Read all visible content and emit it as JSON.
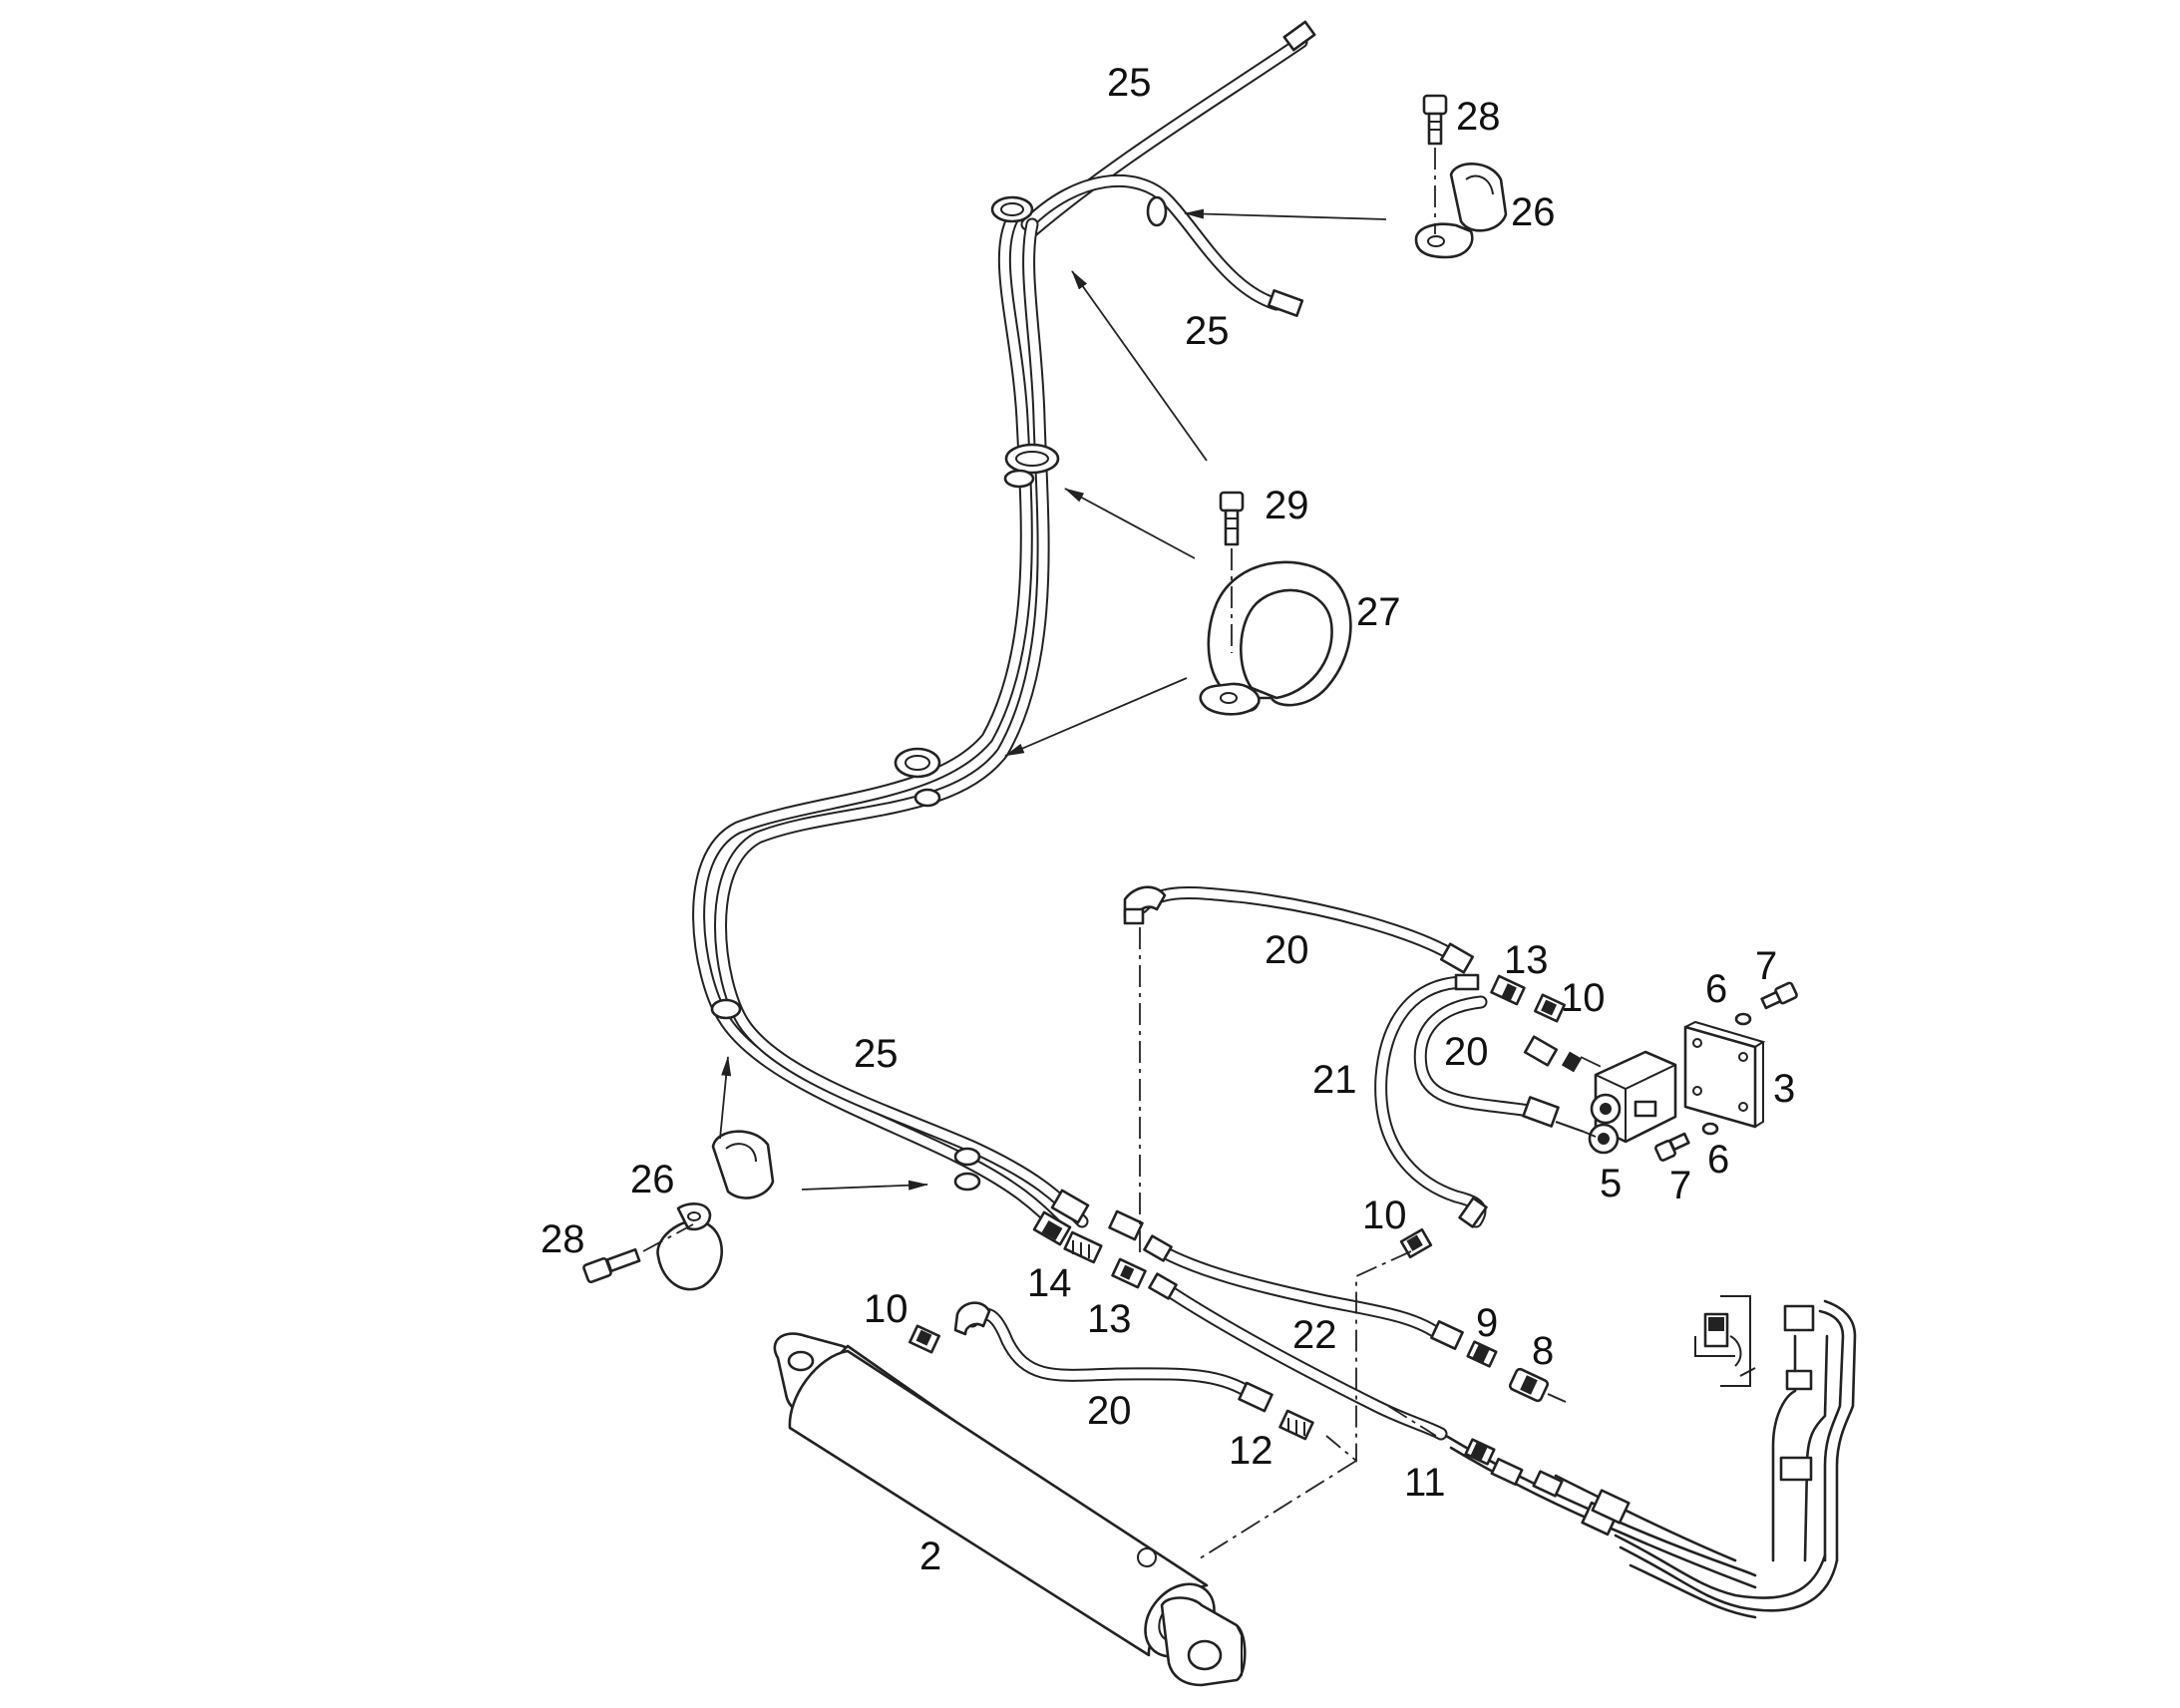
{
  "labels": {
    "l25_top": "25",
    "l28_top": "28",
    "l26_top": "26",
    "l25_mid": "25",
    "l29": "29",
    "l27": "27",
    "l20_top": "20",
    "l13_top": "13",
    "l10_top": "10",
    "l6_top": "6",
    "l7_top": "7",
    "l21": "21",
    "l20_mid": "20",
    "l3": "3",
    "l25_low": "25",
    "l5": "5",
    "l7_low": "7",
    "l6_low": "6",
    "l26_low": "26",
    "l10_mid": "10",
    "l28_low": "28",
    "l14": "14",
    "l13_low": "13",
    "l9": "9",
    "l22": "22",
    "l8": "8",
    "l10_low": "10",
    "l20_low": "20",
    "l12": "12",
    "l11": "11",
    "l2": "2"
  }
}
